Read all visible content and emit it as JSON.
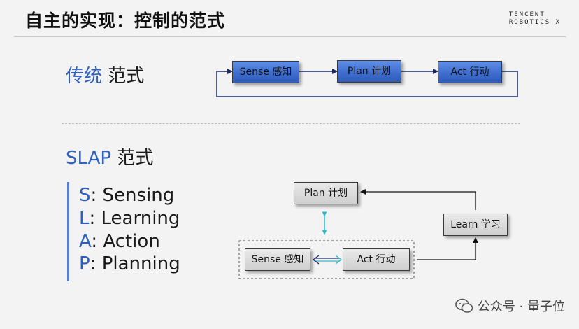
{
  "title": "自主的实现：控制的范式",
  "logo": {
    "line1": "TENCENT",
    "line2": "ROBOTICS X"
  },
  "traditional": {
    "title_accent": "传统",
    "title_rest": " 范式",
    "boxes": {
      "sense": "Sense 感知",
      "plan": "Plan 计划",
      "act": "Act 行动"
    }
  },
  "slap": {
    "title_accent": "SLAP",
    "title_rest": " 范式",
    "items": [
      {
        "letter": "S",
        "rest": ": Sensing"
      },
      {
        "letter": "L",
        "rest": ": Learning"
      },
      {
        "letter": "A",
        "rest": ": Action"
      },
      {
        "letter": "P",
        "rest": ": Planning"
      }
    ],
    "boxes": {
      "plan": "Plan 计划",
      "learn": "Learn 学习",
      "sense": "Sense 感知",
      "act": "Act 行动"
    }
  },
  "watermark": "公众号 · 量子位",
  "colors": {
    "accent": "#2d5fbf",
    "box_blue": "#3f6ecf",
    "box_gray": "#d8d8d8",
    "line": "#1a2a6c"
  }
}
